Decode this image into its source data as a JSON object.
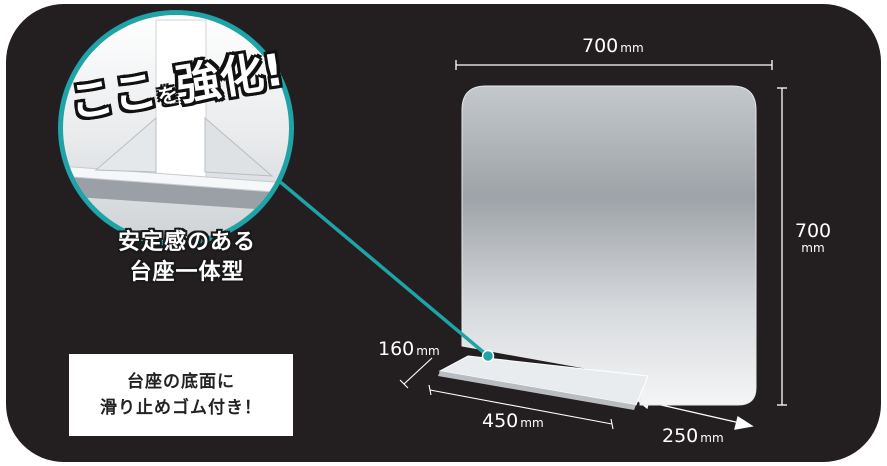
{
  "dimensions": {
    "width": {
      "value": "700",
      "unit": "mm"
    },
    "height": {
      "value": "700",
      "unit": "mm"
    },
    "base_depth": {
      "value": "160",
      "unit": "mm"
    },
    "base_width": {
      "value": "450",
      "unit": "mm"
    },
    "side_gap": {
      "value": "250",
      "unit": "mm"
    }
  },
  "callout": {
    "part1": "ここ",
    "part2": "を",
    "part3": "強化!"
  },
  "badge": {
    "line1": "安定感のある",
    "line2": "台座一体型"
  },
  "note": {
    "line1": "台座の底面に",
    "line2": "滑り止めゴム付き！"
  },
  "colors": {
    "background": "#231f20",
    "accent": "#1fa3a6"
  }
}
